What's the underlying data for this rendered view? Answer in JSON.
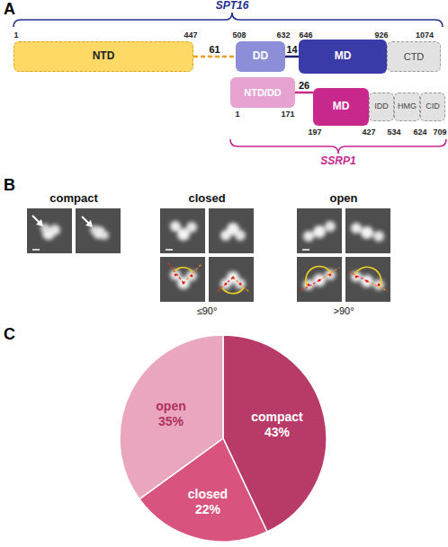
{
  "diagram": {
    "nodes": [
      {
        "text": [
          "NTD"
        ]
      },
      {
        "text": [
          "DD"
        ]
      },
      {
        "text": [
          "MD"
        ]
      },
      {
        "text": [
          "CTD"
        ]
      },
      {
        "text": [
          "NTD/DD"
        ]
      },
      {
        "text": [
          "MD"
        ]
      },
      {
        "text": [
          "IDD"
        ]
      },
      {
        "text": [
          "HMG"
        ]
      },
      {
        "text": [
          "CID"
        ]
      }
    ],
    "edges": [
      {
        "from": 0,
        "to": 1,
        "arrow": "none",
        "label": "61"
      },
      {
        "from": 1,
        "to": 2,
        "arrow": "none",
        "label": "14"
      },
      {
        "from": 4,
        "to": 5,
        "arrow": "none",
        "label": "26"
      }
    ],
    "labels": [
      "A",
      "SPT16",
      "1",
      "447",
      "508",
      "632",
      "646",
      "926",
      "1074",
      "1",
      "171",
      "197",
      "427",
      "534",
      "624",
      "709",
      "SSRP1",
      "B",
      "compact",
      "closed",
      "open",
      "≤90°",
      ">90°",
      "C",
      "open",
      "35%",
      "compact",
      "43%",
      "closed",
      "22%"
    ]
  }
}
